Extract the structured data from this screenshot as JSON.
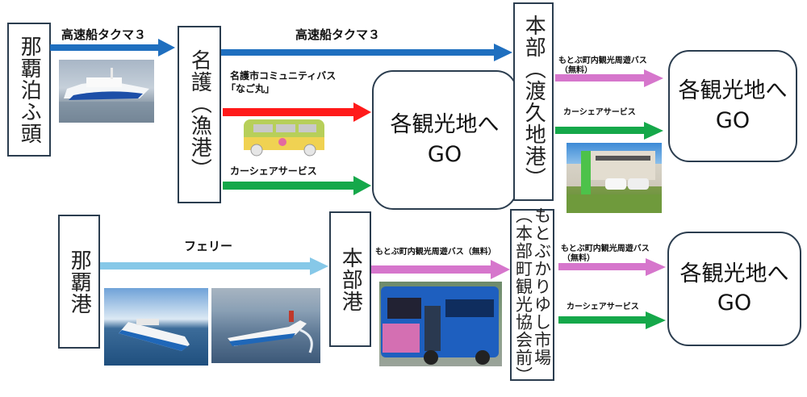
{
  "colors": {
    "ferry_highspeed": "#1f6fbf",
    "ferry": "#86c8e8",
    "community_bus": "#ff1a1a",
    "car_share": "#15a84a",
    "motobu_bus": "#d676cc",
    "border": "#2b3d4f"
  },
  "route1": {
    "origin": "那覇泊ふ頭",
    "hop1_label": "高速船タクマ３",
    "stop1": "名護（漁港）",
    "hop2_label": "高速船タクマ３",
    "stop2": "本部（渡久地港）",
    "nago_options": [
      {
        "label_line1": "名護市コミュニティバス",
        "label_line2": "「なご丸」",
        "color": "#ff1a1a"
      },
      {
        "label_line1": "カーシェアサービス",
        "label_line2": "",
        "color": "#15a84a"
      }
    ],
    "nago_goal_line1": "各観光地へ",
    "nago_goal_line2": "GO",
    "motobu_options": [
      {
        "label_line1": "もとぶ町内観光周遊バス",
        "label_line2": "（無料）",
        "color": "#d676cc"
      },
      {
        "label_line1": "カーシェアサービス",
        "label_line2": "",
        "color": "#15a84a"
      }
    ],
    "motobu_goal_line1": "各観光地へ",
    "motobu_goal_line2": "GO",
    "images": [
      "highspeed-boat-photo",
      "nagomaru-bus-illustration",
      "car-share-lot-photo"
    ]
  },
  "route2": {
    "origin": "那覇港",
    "hop1_label": "フェリー",
    "stop1": "本部港",
    "hop2_label": "もとぶ町内観光周遊バス（無料）",
    "stop2_main": "もとぶかりゆし市場",
    "stop2_sub": "（本部町観光協会前）",
    "options": [
      {
        "label_line1": "もとぶ町内観光周遊バス",
        "label_line2": "（無料）",
        "color": "#d676cc"
      },
      {
        "label_line1": "カーシェアサービス",
        "label_line2": "",
        "color": "#15a84a"
      }
    ],
    "goal_line1": "各観光地へ",
    "goal_line2": "GO",
    "images": [
      "ferry-photo-1",
      "ferry-photo-2",
      "motobu-bus-photo"
    ]
  }
}
